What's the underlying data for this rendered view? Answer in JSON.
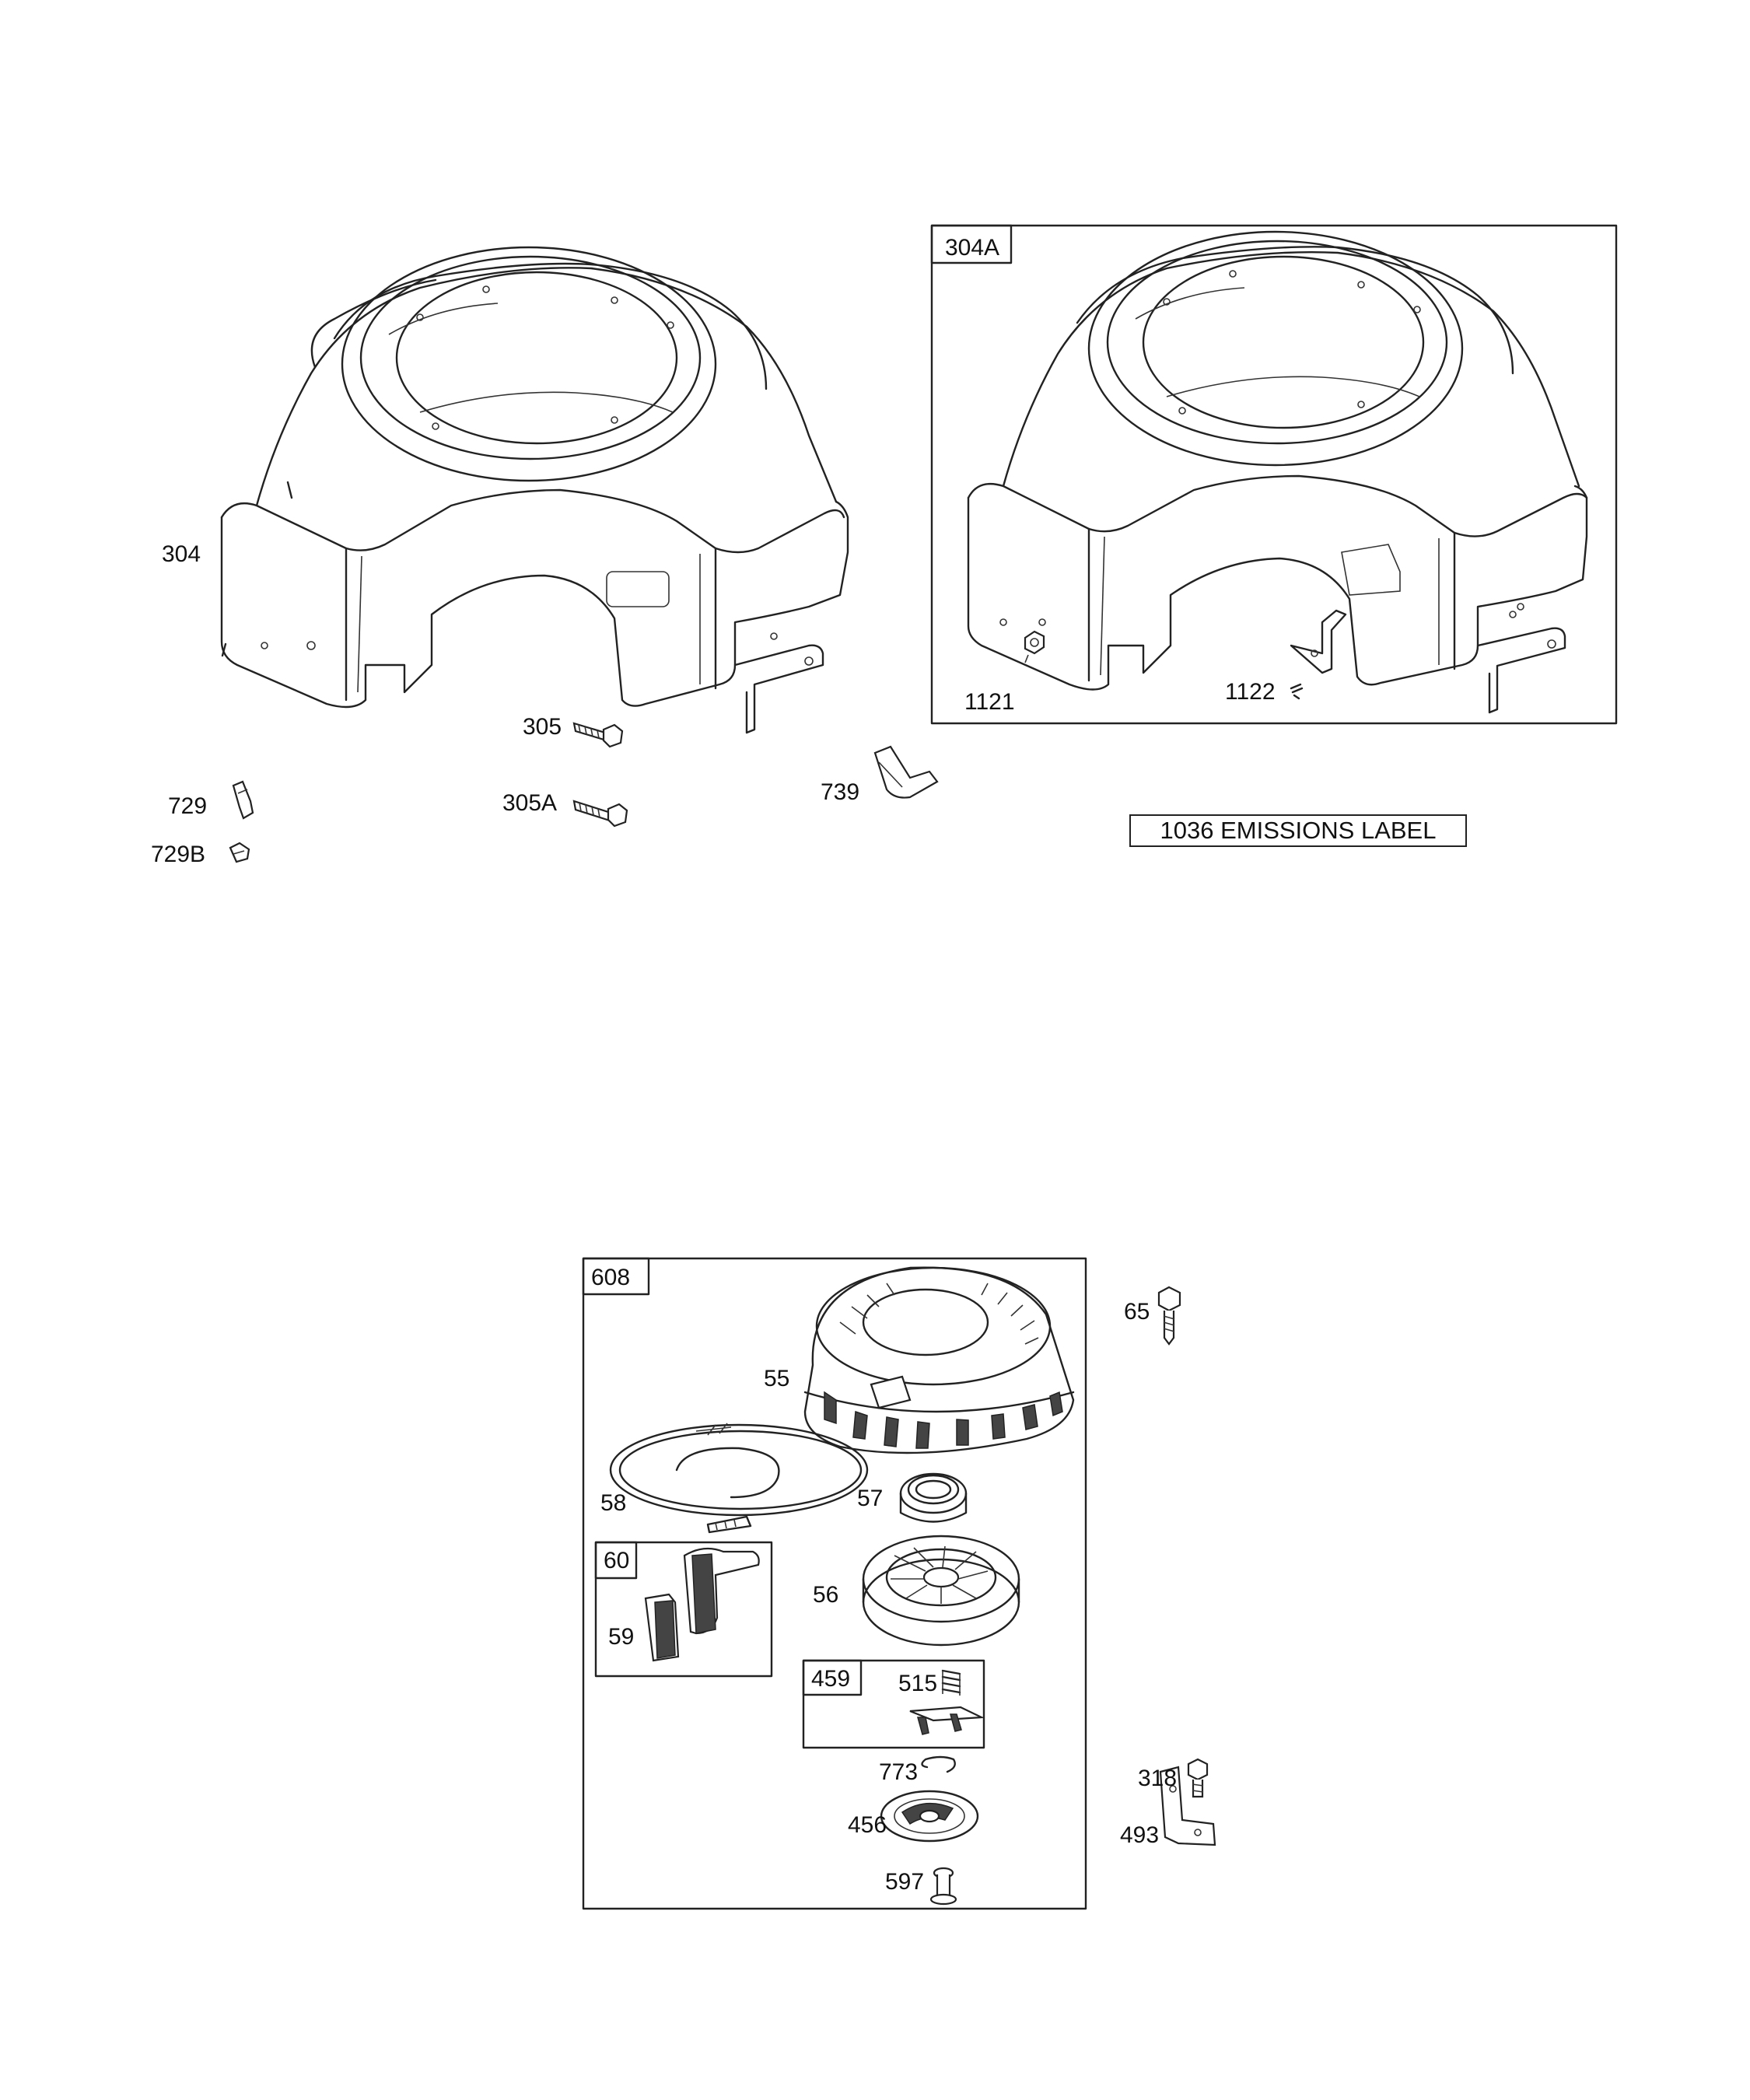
{
  "labels": {
    "p304": "304",
    "p304a": "304A",
    "p305": "305",
    "p305a": "305A",
    "p729": "729",
    "p729b": "729B",
    "p739": "739",
    "p1121": "1121",
    "p1122": "1122",
    "p1036": "1036 EMISSIONS LABEL",
    "p608": "608",
    "p55": "55",
    "p58": "58",
    "p57": "57",
    "p60": "60",
    "p59": "59",
    "p56": "56",
    "p459": "459",
    "p515": "515",
    "p773": "773",
    "p456": "456",
    "p597": "597",
    "p65": "65",
    "p318": "318",
    "p493": "493"
  }
}
